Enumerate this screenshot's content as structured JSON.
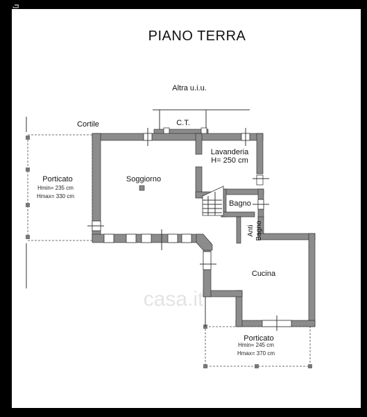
{
  "plan": {
    "title": "PIANO TERRA",
    "corner_mark": "ŋ",
    "labels": {
      "altra": "Altra u.i.u.",
      "cortile": "Cortile",
      "ct": "C.T.",
      "lavanderia": "Lavanderia",
      "lavanderia_h": "H= 250 cm",
      "soggiorno": "Soggiorno",
      "bagno": "Bagno",
      "anti": "Anti",
      "anti_bagno": "Bagno",
      "cucina": "Cucina",
      "porticato_left": "Porticato",
      "porticato_left_hmin": "Hmin= 235 cm",
      "porticato_left_hmax": "Hmax= 330 cm",
      "porticato_bottom": "Porticato",
      "porticato_bottom_hmin": "Hmin= 245 cm",
      "porticato_bottom_hmax": "Hmax= 370 cm"
    },
    "watermark": "casa.it",
    "colors": {
      "wall": "#8c8c8c",
      "frame": "#000000",
      "background": "#ffffff"
    }
  }
}
